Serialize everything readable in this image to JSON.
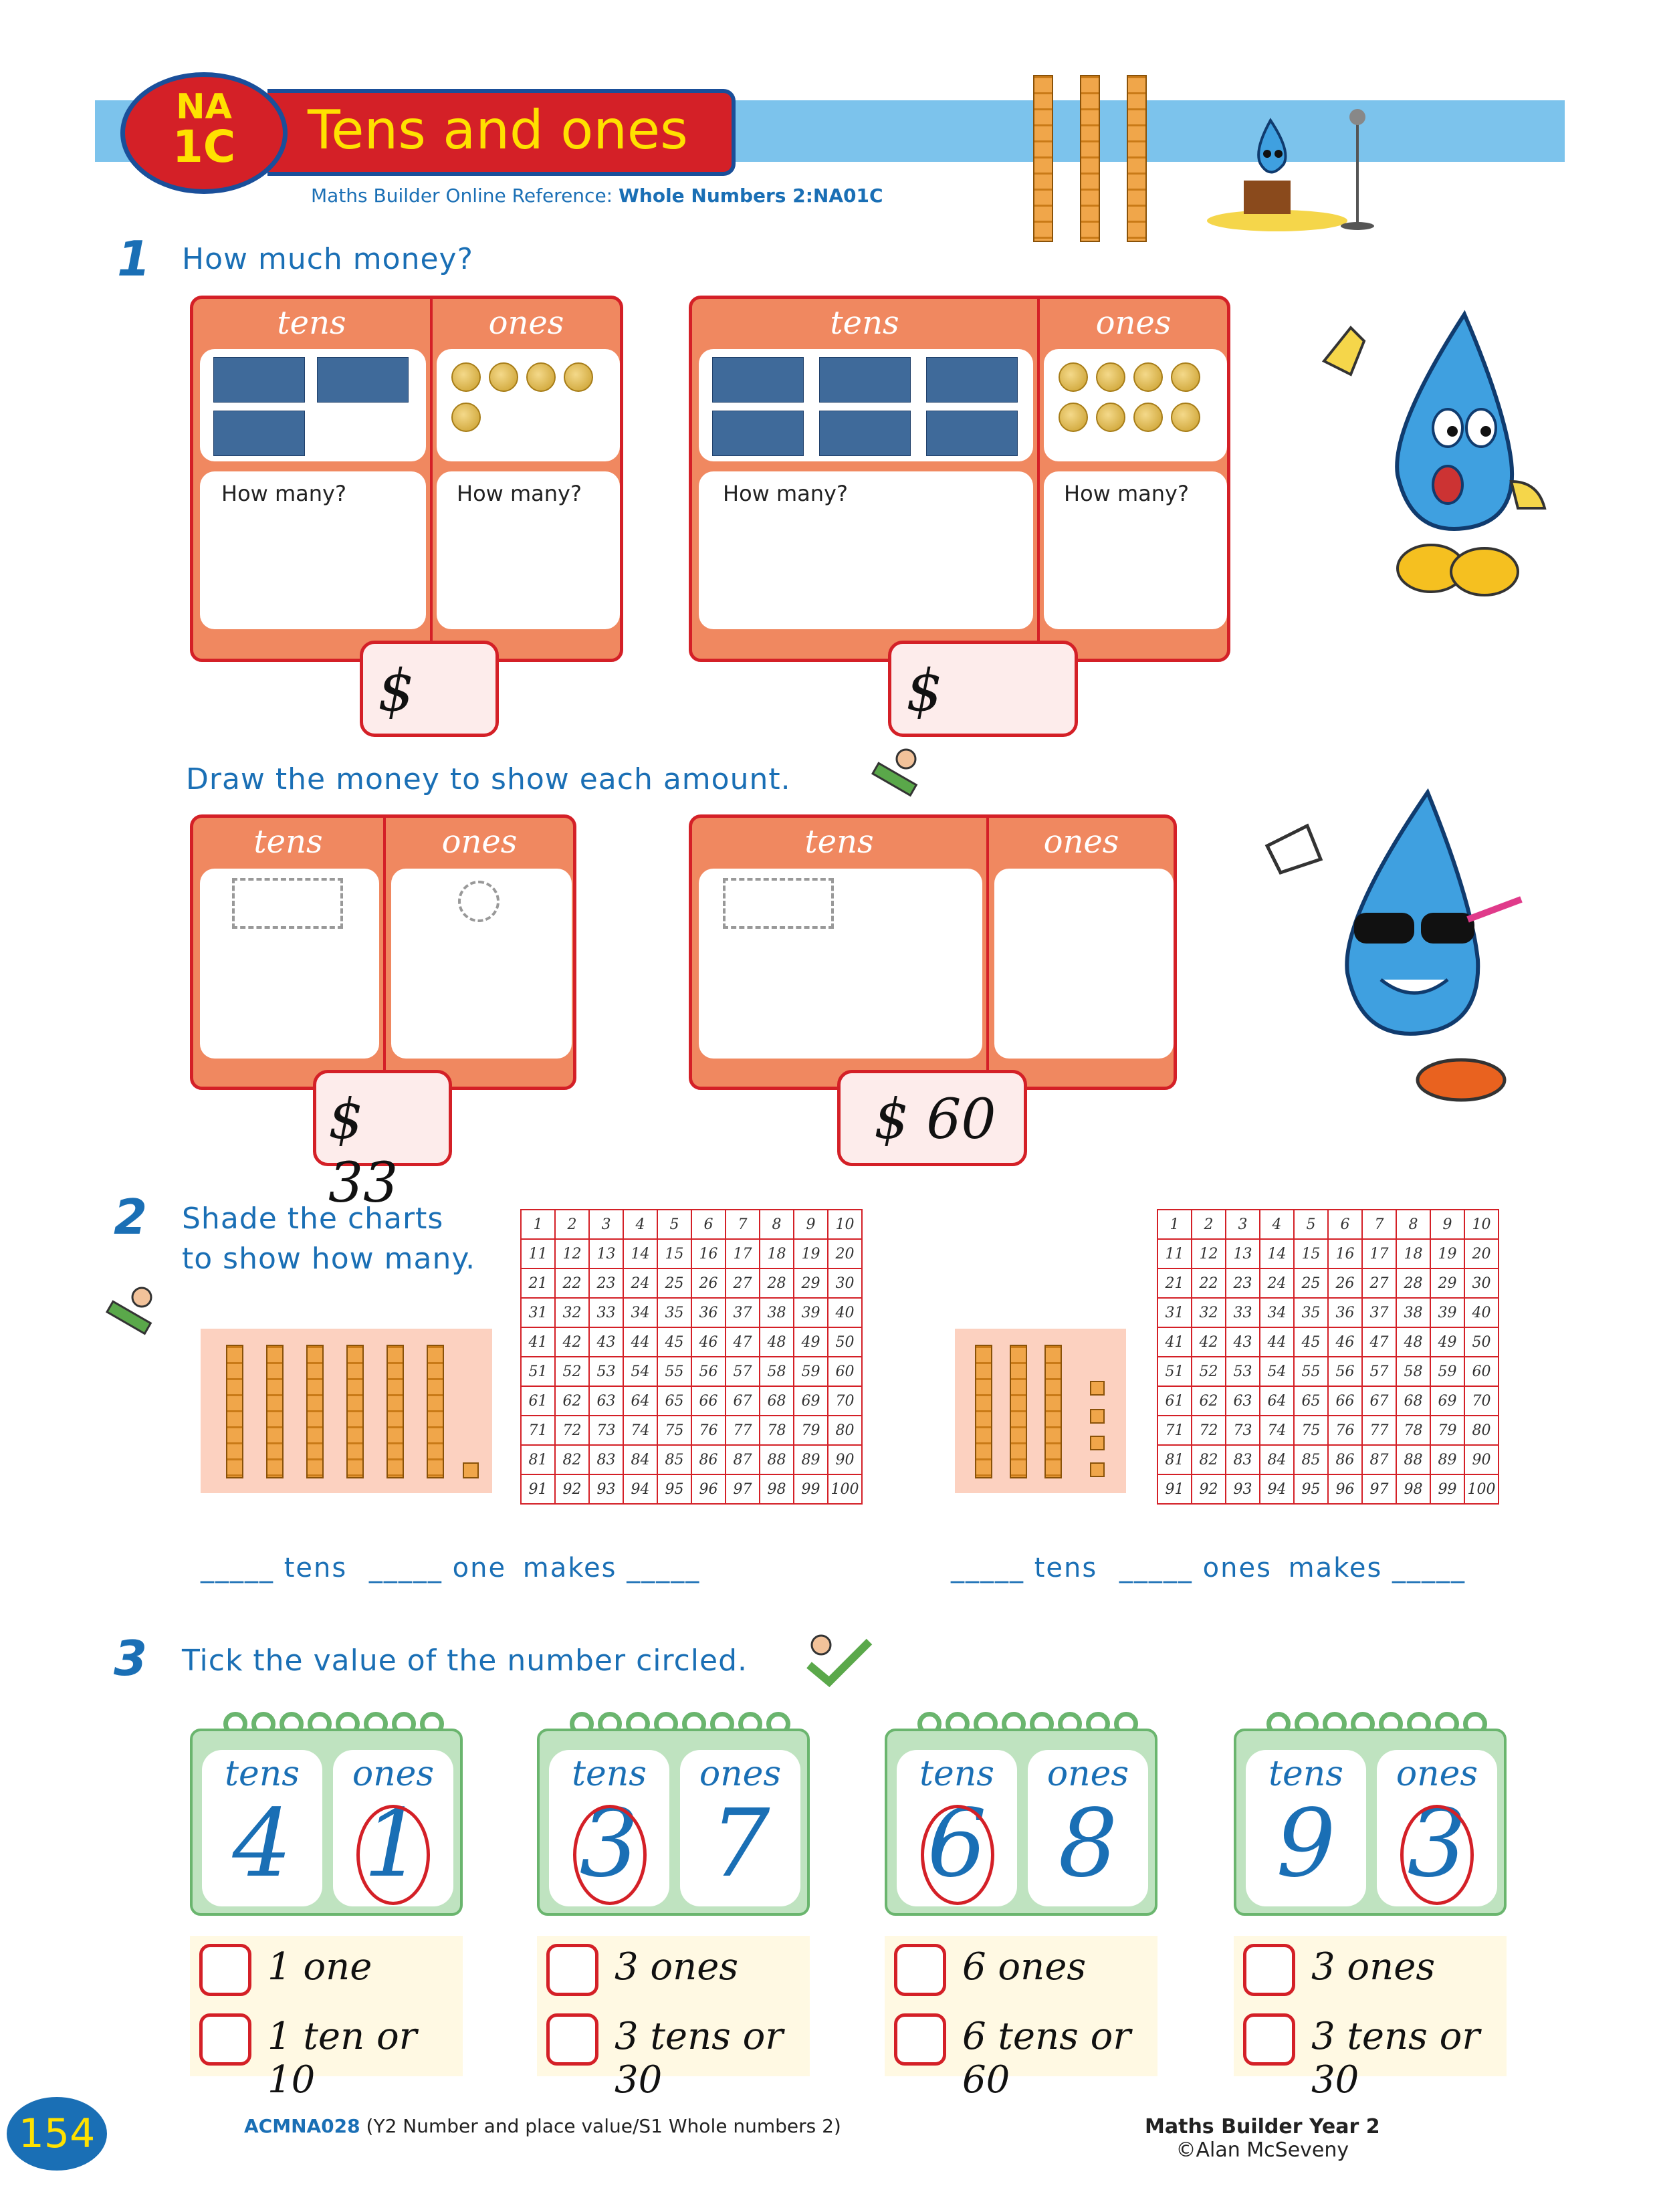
{
  "header": {
    "code_top": "NA",
    "code_bottom": "1C",
    "title": "Tens and ones",
    "ref_prefix": "Maths Builder Online Reference: ",
    "ref_value": "Whole Numbers 2:NA01C"
  },
  "q1": {
    "number": "1",
    "prompt": "How much money?",
    "tens_label": "tens",
    "ones_label": "ones",
    "how_many": "How many?",
    "dollar": "$",
    "draw_prompt": "Draw the money to show each amount.",
    "amounts": [
      "$ 33",
      "$ 60"
    ],
    "board_counts": [
      {
        "notes": 3,
        "coins": 5
      },
      {
        "notes": 6,
        "coins": 8
      }
    ]
  },
  "q2": {
    "number": "2",
    "prompt_line1": "Shade the charts",
    "prompt_line2": "to show how many.",
    "chart_numbers": [
      [
        "1",
        "2",
        "3",
        "4",
        "5",
        "6",
        "7",
        "8",
        "9",
        "10"
      ],
      [
        "11",
        "12",
        "13",
        "14",
        "15",
        "16",
        "17",
        "18",
        "19",
        "20"
      ],
      [
        "21",
        "22",
        "23",
        "24",
        "25",
        "26",
        "27",
        "28",
        "29",
        "30"
      ],
      [
        "31",
        "32",
        "33",
        "34",
        "35",
        "36",
        "37",
        "38",
        "39",
        "40"
      ],
      [
        "41",
        "42",
        "43",
        "44",
        "45",
        "46",
        "47",
        "48",
        "49",
        "50"
      ],
      [
        "51",
        "52",
        "53",
        "54",
        "55",
        "56",
        "57",
        "58",
        "59",
        "60"
      ],
      [
        "61",
        "62",
        "63",
        "64",
        "65",
        "66",
        "67",
        "68",
        "69",
        "70"
      ],
      [
        "71",
        "72",
        "73",
        "74",
        "75",
        "76",
        "77",
        "78",
        "79",
        "80"
      ],
      [
        "81",
        "82",
        "83",
        "84",
        "85",
        "86",
        "87",
        "88",
        "89",
        "90"
      ],
      [
        "91",
        "92",
        "93",
        "94",
        "95",
        "96",
        "97",
        "98",
        "99",
        "100"
      ]
    ],
    "blocks": [
      {
        "tens": 6,
        "ones": 1
      },
      {
        "tens": 3,
        "ones": 4
      }
    ],
    "blank": "_____",
    "sentence1": {
      "tens_word": "tens",
      "ones_word": "one",
      "makes_word": "makes"
    },
    "sentence2": {
      "tens_word": "tens",
      "ones_word": "ones",
      "makes_word": "makes"
    }
  },
  "q3": {
    "number": "3",
    "prompt": "Tick the value of the number circled.",
    "cards": [
      {
        "tens_label": "tens",
        "ones_label": "ones",
        "tens_digit": "4",
        "ones_digit": "1",
        "circled": "ones",
        "opt1": "1  one",
        "opt2": "1  ten or 10"
      },
      {
        "tens_label": "tens",
        "ones_label": "ones",
        "tens_digit": "3",
        "ones_digit": "7",
        "circled": "tens",
        "opt1": "3  ones",
        "opt2": "3  tens or 30"
      },
      {
        "tens_label": "tens",
        "ones_label": "ones",
        "tens_digit": "6",
        "ones_digit": "8",
        "circled": "tens",
        "opt1": "6  ones",
        "opt2": "6  tens or 60"
      },
      {
        "tens_label": "tens",
        "ones_label": "ones",
        "tens_digit": "9",
        "ones_digit": "3",
        "circled": "ones",
        "opt1": "3  ones",
        "opt2": "3  tens or 30"
      }
    ]
  },
  "footer": {
    "page_number": "154",
    "curriculum_code": "ACMNA028",
    "curriculum_text": " (Y2 Number and place value/S1 Whole numbers 2)",
    "book": "Maths Builder Year 2",
    "copyright": "©Alan McSeveny"
  },
  "colors": {
    "brand_red": "#d42027",
    "brand_blue": "#1a6fb5",
    "accent_yellow": "#ffe100",
    "board_orange": "#f08860",
    "card_green": "#bfe3c0"
  }
}
